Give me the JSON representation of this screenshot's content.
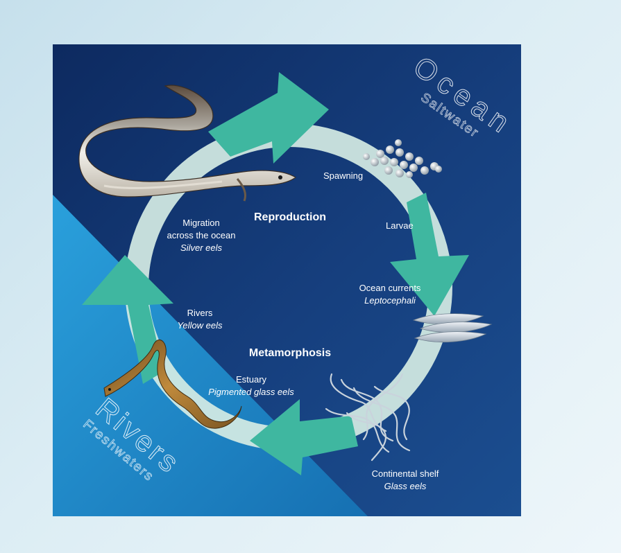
{
  "zones": {
    "ocean": {
      "title": "Ocean",
      "subtitle": "Saltwater"
    },
    "rivers": {
      "title": "Rivers",
      "subtitle": "Freshwaters"
    }
  },
  "phases": {
    "reproduction": "Reproduction",
    "metamorphosis": "Metamorphosis"
  },
  "stages": {
    "spawning": "Spawning",
    "larvae": "Larvae",
    "ocean_currents": {
      "place": "Ocean currents",
      "form": "Leptocephali"
    },
    "continental_shelf": {
      "place": "Continental shelf",
      "form": "Glass eels"
    },
    "estuary": {
      "place": "Estuary",
      "form": "Pigmented glass eels"
    },
    "rivers": {
      "place": "Rivers",
      "form": "Yellow eels"
    },
    "migration": {
      "place1": "Migration",
      "place2": "across the ocean",
      "form": "Silver eels"
    }
  },
  "colors": {
    "ocean_dark": "#0e2c63",
    "ocean_mid": "#1a4a8a",
    "river": "#1e86c8",
    "arrow": "#3fb7a0",
    "ring_light": "#e4f2ea"
  }
}
